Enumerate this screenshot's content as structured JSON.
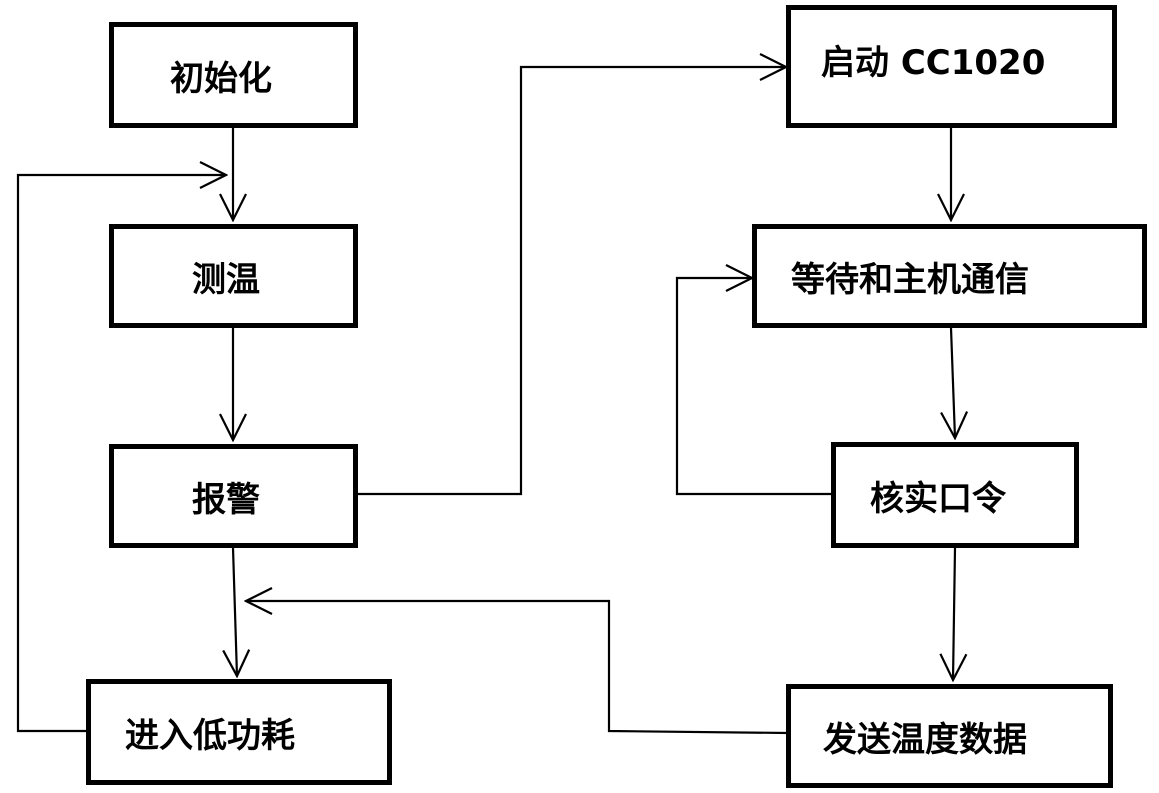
{
  "flowchart": {
    "nodes": {
      "init": "初始化",
      "measure": "测温",
      "alarm": "报警",
      "low_power": "进入低功耗",
      "start_cc1020": "启动 CC1020",
      "wait_comm": "等待和主机通信",
      "verify_password": "核实口令",
      "send_temp": "发送温度数据"
    }
  },
  "colors": {
    "line": "#000000",
    "box_border": "#000000",
    "background": "#ffffff"
  }
}
